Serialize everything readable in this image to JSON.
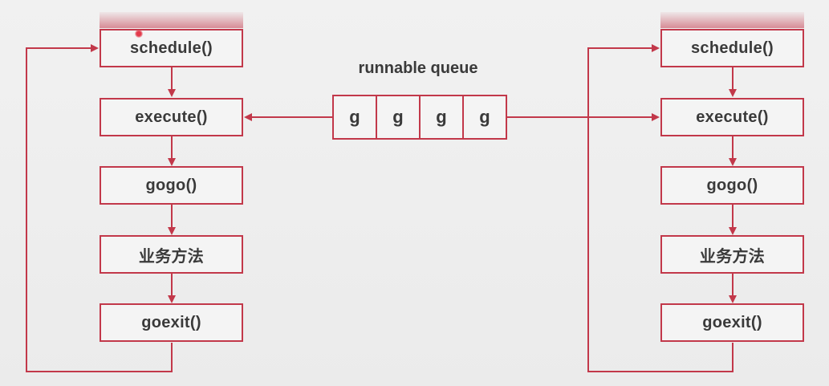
{
  "colors": {
    "accent": "#c2384a",
    "text": "#3a3a3a",
    "background": "#ececec"
  },
  "queue": {
    "title": "runnable queue",
    "items": [
      "g",
      "g",
      "g",
      "g"
    ]
  },
  "left_column": {
    "steps": [
      "schedule()",
      "execute()",
      "gogo()",
      "业务方法",
      "goexit()"
    ]
  },
  "right_column": {
    "steps": [
      "schedule()",
      "execute()",
      "gogo()",
      "业务方法",
      "goexit()"
    ]
  }
}
